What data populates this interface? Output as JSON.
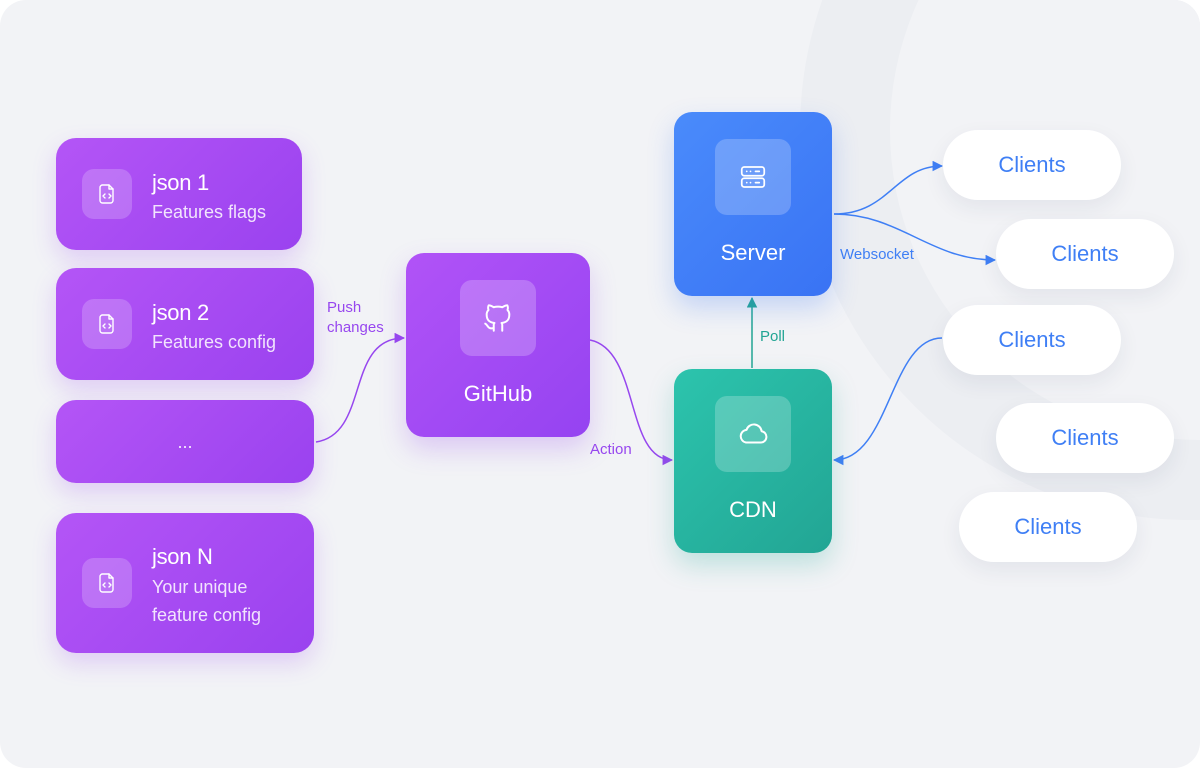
{
  "files": [
    {
      "title": "json 1",
      "subtitle": "Features flags",
      "icon": "code-file-icon"
    },
    {
      "title": "json 2",
      "subtitle": "Features config",
      "icon": "code-file-icon"
    },
    {
      "title": "...",
      "icon": ""
    },
    {
      "title": "json N",
      "subtitle_line1": "Your unique",
      "subtitle_line2": "feature config",
      "icon": "code-file-icon"
    }
  ],
  "nodes": {
    "github": {
      "label": "GitHub",
      "icon": "github-icon"
    },
    "server": {
      "label": "Server",
      "icon": "server-icon"
    },
    "cdn": {
      "label": "CDN",
      "icon": "cloud-icon"
    }
  },
  "edges": {
    "push_line1": "Push",
    "push_line2": "changes",
    "action": "Action",
    "poll": "Poll",
    "websocket": "Websocket"
  },
  "clients": [
    "Clients",
    "Clients",
    "Clients",
    "Clients",
    "Clients"
  ],
  "colors": {
    "purple": "#9a42ef",
    "blue": "#3f7ff5",
    "teal": "#22a594",
    "background": "#f2f3f6"
  }
}
